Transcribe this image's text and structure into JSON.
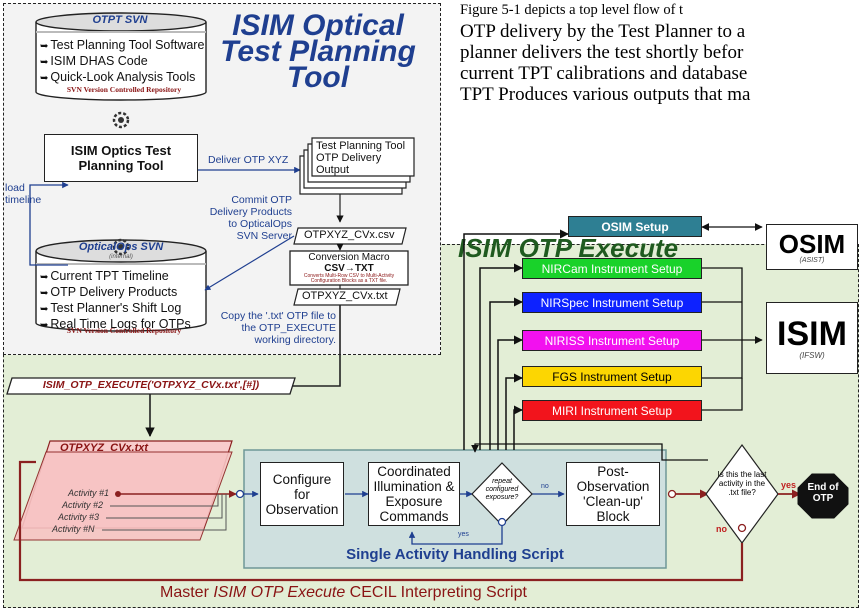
{
  "caption_lines": [
    "Figure 5-1 depicts a top level flow of t",
    "OTP delivery by the Test Planner to a",
    "planner delivers the test shortly befor",
    "current TPT calibrations and database",
    "TPT Produces various outputs that ma"
  ],
  "tool_title": "ISIM Optical Test Planning Tool",
  "otpt_svn": {
    "title": "OTPT SVN",
    "items": [
      "Test Planning Tool Software",
      "ISIM DHAS Code",
      "Quick-Look Analysis Tools"
    ],
    "caption": "SVN Version Controlled Repository"
  },
  "planning_tool": "ISIM Optics Test Planning Tool",
  "load_timeline": "load timeline",
  "deliver_label": "Deliver OTP XYZ",
  "delivery_output": "Test Planning Tool OTP Delivery Output",
  "csv_file": "OTPXYZ_CVx.csv",
  "commit_label": "Commit OTP Delivery Products to OpticalOps SVN Server",
  "conversion": {
    "title": "Conversion Macro",
    "subtitle": "CSV→TXT",
    "note": "Converts Multi-Row CSV to Multi-Activity Configuration Blocks as a TXT file."
  },
  "txt_file": "OTPXYZ_CVx.txt",
  "opticalops_svn": {
    "title": "OpticalOps SVN",
    "subtitle": "(internal)",
    "items": [
      "Current TPT Timeline",
      "OTP Delivery Products",
      "Test Planner's Shift Log",
      "Real Time Logs for OTPs"
    ],
    "caption": "SVN Version Controlled Repository"
  },
  "copy_label": "Copy the '.txt' OTP file to the OTP_EXECUTE working directory.",
  "execute_title": "ISIM OTP Execute",
  "execute_command": "ISIM_OTP_EXECUTE('OTPXYZ_CVx.txt',[#])",
  "setups": {
    "osim": "OSIM Setup",
    "nircam": "NIRCam Instrument Setup",
    "nirspec": "NIRSpec Instrument Setup",
    "niriss": "NIRISS Instrument Setup",
    "fgs": "FGS Instrument Setup",
    "miri": "MIRI Instrument Setup"
  },
  "osim": {
    "name": "OSIM",
    "sub": "(ASIST)"
  },
  "isim": {
    "name": "ISIM",
    "sub": "(IFSW)"
  },
  "otp_file": {
    "name": "OTPXYZ_CVx.txt",
    "activities": [
      "Activity #1",
      "Activity #2",
      "Activity #3",
      "Activity #N"
    ]
  },
  "configure": "Configure for Observation",
  "coordinated": "Coordinated Illumination & Exposure Commands",
  "repeat": "repeat configured exposure?",
  "post": "Post-Observation 'Clean-up' Block",
  "last_activity": "Is this the last activity in the .txt file?",
  "end_otp": "End of OTP",
  "yes": "yes",
  "no": "no",
  "single_script": "Single Activity Handling Script",
  "master_prefix": "Master ",
  "master_italic": "ISIM OTP Execute",
  "master_suffix": " CECIL Interpreting Script",
  "colors": {
    "title_blue": "#1f3f90",
    "green_title": "#1f5a1f",
    "flow_red": "#8b2020",
    "setup_teal": "#2e7f93"
  }
}
